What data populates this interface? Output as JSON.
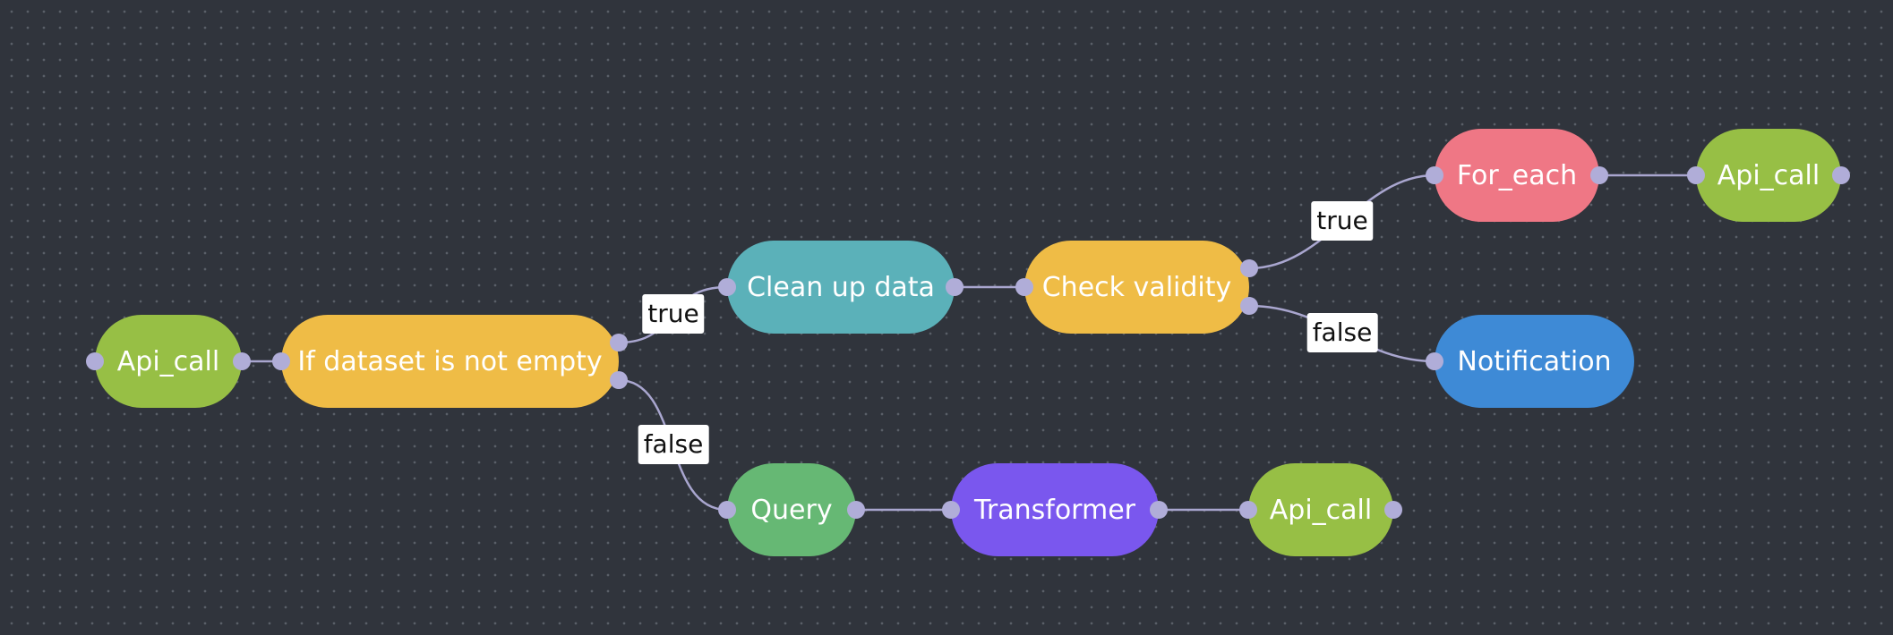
{
  "nodes": {
    "api_call_start": {
      "label": "Api_call",
      "color": "#97bf45"
    },
    "if_dataset": {
      "label": "If dataset is not empty",
      "color": "#efbc46"
    },
    "clean_up": {
      "label": "Clean up data",
      "color": "#5bb1b9"
    },
    "check_validity": {
      "label": "Check validity",
      "color": "#efbc46"
    },
    "for_each": {
      "label": "For_each",
      "color": "#ef7785"
    },
    "api_call_top": {
      "label": "Api_call",
      "color": "#97bf45"
    },
    "notification": {
      "label": "Notification",
      "color": "#3e8ad6"
    },
    "query": {
      "label": "Query",
      "color": "#66b874"
    },
    "transformer": {
      "label": "Transformer",
      "color": "#7a57ee"
    },
    "api_call_bottom": {
      "label": "Api_call",
      "color": "#97bf45"
    }
  },
  "edge_labels": {
    "if_true": "true",
    "if_false": "false",
    "validity_true": "true",
    "validity_false": "false"
  },
  "colors": {
    "canvas_background": "#30343c",
    "edge_stroke": "#a9a6cf",
    "handle": "#b0add8"
  }
}
